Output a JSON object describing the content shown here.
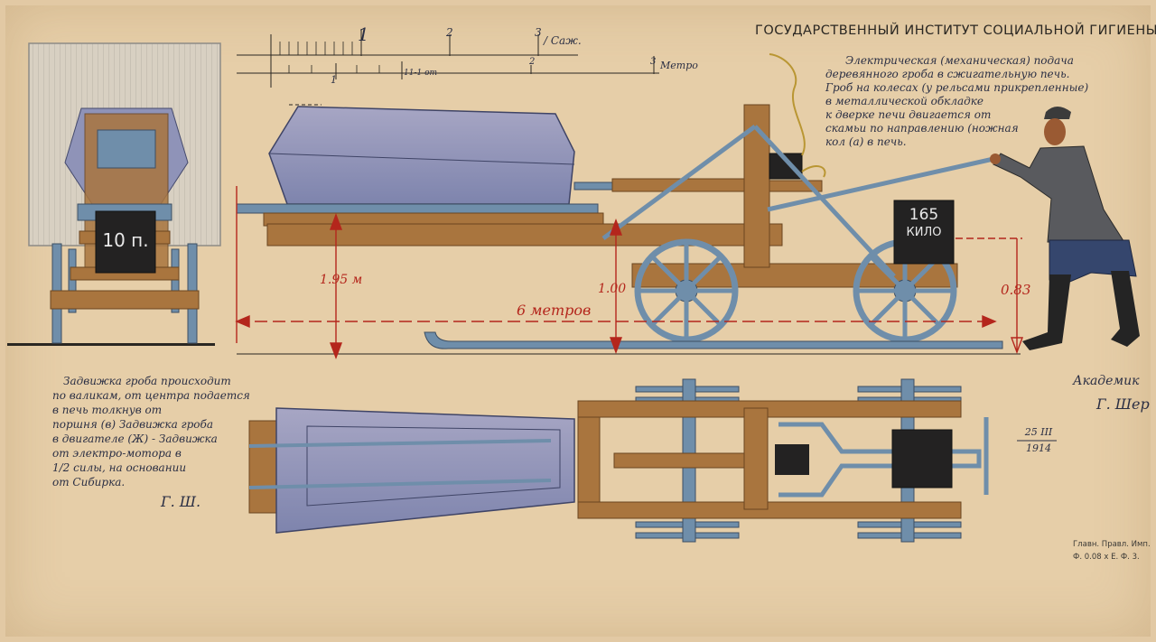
{
  "title": "ГОСУДАРСТВЕННЫЙ ИНСТИТУТ СОЦИАЛЬНОЙ ГИГИЕНЫ",
  "scale_bar": {
    "top_ticks": [
      "1",
      "2",
      "3"
    ],
    "top_unit": "/ Саж.",
    "bottom_ticks": [
      "1",
      "2",
      "3"
    ],
    "bottom_unit": "Метро",
    "origin_label": "11-1 от"
  },
  "notes": {
    "top_right": [
      "Электрическая (механическая) подача",
      "деревянного гроба в сжигательную печь.",
      "Гроб на колесах (у рельсами прикрепленные)",
      "в металлической обкладке",
      "к дверке печи двигается от",
      "скамьи по направлению (ножная",
      "кол (а) в печь."
    ],
    "bottom_left": [
      "Задвижка гроба происходит",
      "по валикам, от центра подается",
      "в печь толкнув от",
      "поршня (в) Задвижка гроба",
      "в двигателе (Ж) - Задвижка",
      "от электро-мотора в",
      "1/2 силы, на основании",
      "от Сибирка."
    ],
    "bottom_left_sign": "Г. Ш.",
    "right_signature": "Академик",
    "right_signature_2": "Г. Шер",
    "date": "25 III 1914"
  },
  "weights": {
    "front_block": "10 п.",
    "side_block_num": "165",
    "side_block_unit": "КИЛО"
  },
  "dimensions": {
    "height_left": "1.95 м",
    "height_mid": "1.00",
    "height_right": "0.83",
    "length": "6 метров"
  },
  "stamp": {
    "line1": "Главн. Правл. Имп.",
    "line2": "Ф. 0.08 х Е. Ф. 3."
  },
  "colors": {
    "paper": "#e6cea8",
    "wood": "#a9753e",
    "metal": "#6f8eaa",
    "coffin": "#8f93b8",
    "ink": "#2b2f44",
    "dimension_red": "#b4261c",
    "black_block": "#232222"
  }
}
